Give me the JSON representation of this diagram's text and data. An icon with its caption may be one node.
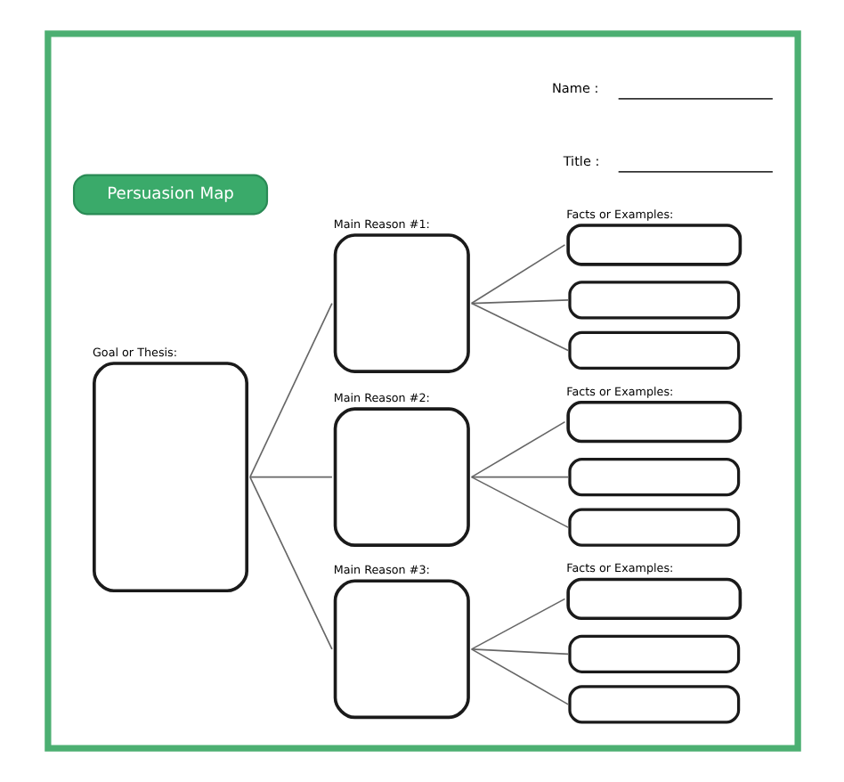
{
  "diagram": {
    "nodes": [
      {
        "text": [],
        "shape": "box"
      },
      {
        "text": [
          "Persuasion Map"
        ],
        "in": 0
      },
      {
        "text": [
          "Goal or Thesis:"
        ],
        "in": 0
      },
      {
        "text": [
          "Main Reason #1:"
        ],
        "in": 0
      },
      {
        "text": [
          "Facts or Examples:"
        ],
        "in": 0
      },
      {
        "text": [],
        "shape": "box",
        "in": 0
      },
      {
        "text": [],
        "shape": "box",
        "in": 0
      },
      {
        "text": [
          "Main Reason #2:"
        ],
        "in": 0
      },
      {
        "text": [
          "Facts or Examples:"
        ],
        "in": 0
      },
      {
        "text": [],
        "shape": "box",
        "in": 0
      },
      {
        "text": [],
        "shape": "box",
        "in": 0
      },
      {
        "text": [
          "Main Reason #3:"
        ],
        "in": 0
      },
      {
        "text": [
          "Facts or Examples:"
        ],
        "in": 0
      },
      {
        "text": [],
        "shape": "box",
        "in": 0
      },
      {
        "text": [],
        "shape": "box",
        "in": 0
      }
    ],
    "edges": [
      {
        "from": 2,
        "to": 3,
        "arrow": "none"
      },
      {
        "from": 2,
        "to": 7,
        "arrow": "none"
      },
      {
        "from": 2,
        "to": 11,
        "arrow": "none"
      },
      {
        "from": 3,
        "to": 4,
        "arrow": "none"
      },
      {
        "from": 3,
        "to": 5,
        "arrow": "none"
      },
      {
        "from": 3,
        "to": 6,
        "arrow": "none"
      },
      {
        "from": 7,
        "to": 8,
        "arrow": "none"
      },
      {
        "from": 7,
        "to": 9,
        "arrow": "none"
      },
      {
        "from": 7,
        "to": 10,
        "arrow": "none"
      },
      {
        "from": 11,
        "to": 12,
        "arrow": "none"
      },
      {
        "from": 11,
        "to": 13,
        "arrow": "none"
      },
      {
        "from": 11,
        "to": 14,
        "arrow": "none"
      }
    ],
    "labels": [
      "Name :",
      "Title :"
    ]
  }
}
